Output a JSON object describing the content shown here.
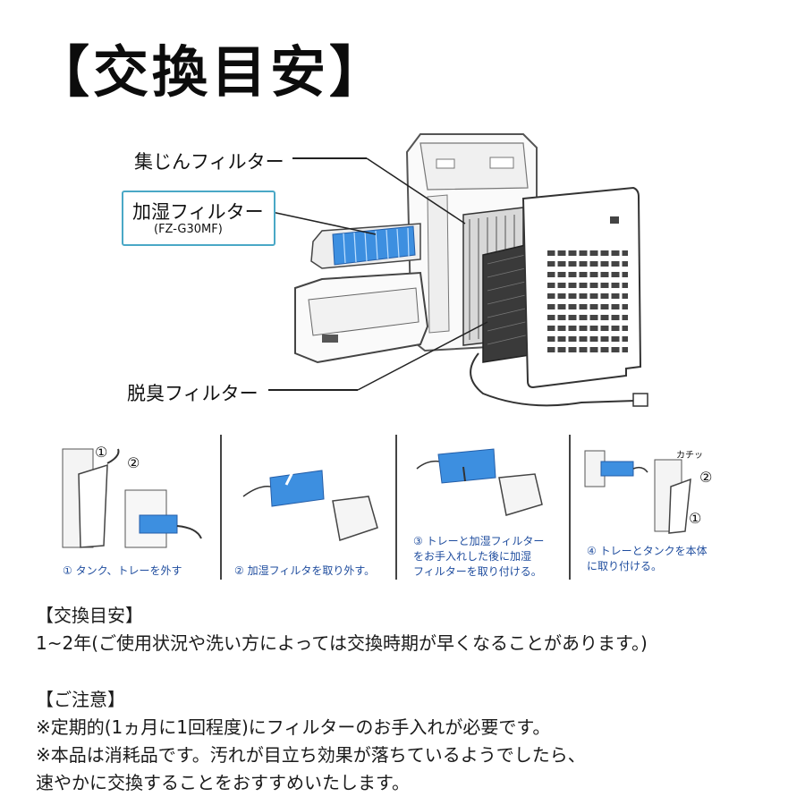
{
  "title": "【交換目安】",
  "diagram": {
    "labels": {
      "dust_filter": "集じんフィルター",
      "humid_filter": "加湿フィルター",
      "humid_model": "(FZ-G30MF)",
      "deodor_filter": "脱臭フィルター"
    }
  },
  "steps": [
    {
      "caption": "① タンク、トレーを外す",
      "markers": [
        "①",
        "②"
      ]
    },
    {
      "caption": "② 加湿フィルタを取り外す。"
    },
    {
      "caption_lines": [
        "③ トレーと加湿フィルター",
        "をお手入れした後に加湿",
        "フィルターを取り付ける。"
      ]
    },
    {
      "caption_lines": [
        "④ トレーとタンクを本体",
        "に取り付ける。"
      ],
      "markers": [
        "カチッ",
        "②",
        "①"
      ]
    }
  ],
  "notes": {
    "replace_heading": "【交換目安】",
    "replace_text": "1~2年(ご使用状況や洗い方によっては交換時期が早くなることがあります。)",
    "caution_heading": "【ご注意】",
    "caution_lines": [
      "※定期的(1ヵ月に1回程度)にフィルターのお手入れが必要です。",
      "※本品は消耗品です。汚れが目立ち効果が落ちているようでしたら、",
      "速やかに交換することをおすすめいたします。"
    ]
  },
  "colors": {
    "accent_blue": "#3d8fe0",
    "callout_border": "#4aa8c6",
    "caption_blue": "#1e4c9e"
  }
}
